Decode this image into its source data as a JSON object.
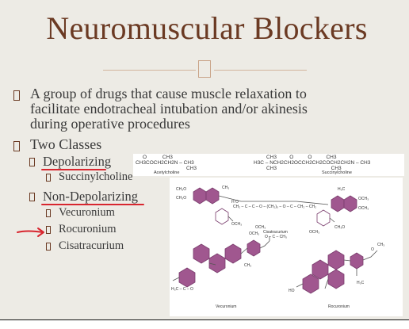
{
  "slide": {
    "title": "Neuromuscular Blockers",
    "bullets": [
      {
        "text_line1": "A group of drugs that cause muscle relaxation to",
        "text_line2": "facilitate endotracheal intubation and/or akinesis",
        "text_line3": "during operative procedures"
      },
      {
        "text": "Two Classes"
      }
    ],
    "classes": [
      {
        "label": "Depolarizing",
        "drugs": [
          "Succinylcholine"
        ]
      },
      {
        "label": "Non-Depolarizing",
        "drugs": [
          "Vecuronium",
          "Rocuronium",
          "Cisatracurium"
        ]
      }
    ]
  },
  "structures": {
    "acetylcholine": {
      "label": "Acetylcholine",
      "formula_top": "O           CH3",
      "formula_mid": "CH3COCH2CH2N – CH3",
      "formula_bot": "CH3"
    },
    "succinylcholine": {
      "label": "Succinylcholine",
      "formula_top": "CH3         O          O          CH3",
      "formula_mid": "H3C – NCH2CH2OCCH2CH2COCH2CH2N – CH3",
      "formula_bot": "CH3                                      CH3"
    },
    "cisatracurium": {
      "label": "Cisatracurium"
    },
    "vecuronium": {
      "label": "Vecuronium"
    },
    "rocuronium": {
      "label": "Rocuronium"
    }
  },
  "colors": {
    "title": "#6b3a23",
    "accent_divider": "#d2b59d",
    "annotation_red": "#d8262f",
    "ring_purple": "#a0578f"
  }
}
